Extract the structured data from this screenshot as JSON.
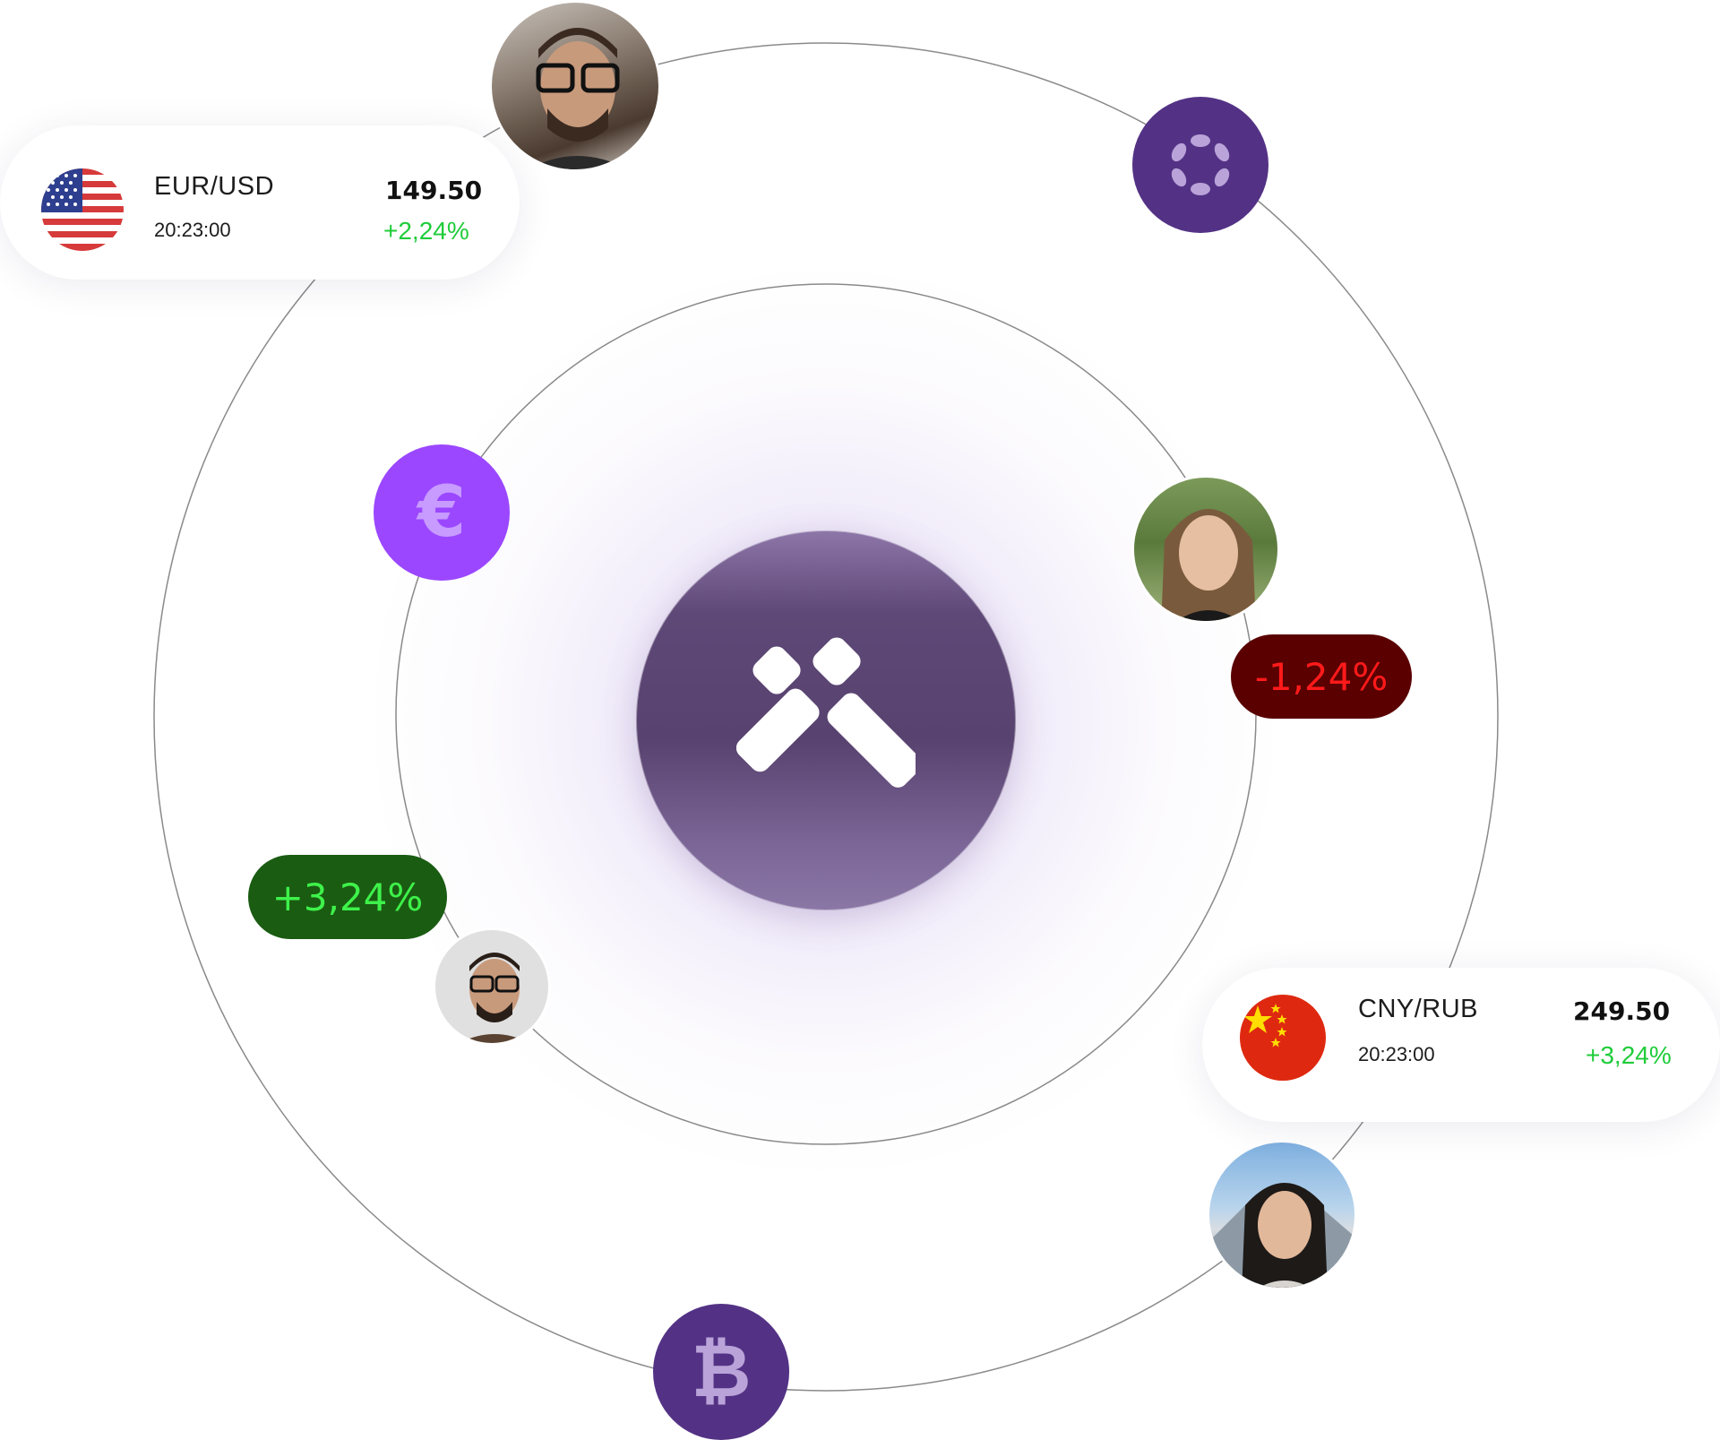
{
  "colors": {
    "hub_purple": "#5e4877",
    "coin_dark_purple": "#533285",
    "coin_bright_purple": "#9b47ff",
    "gain_green": "#1fcc3a",
    "gain_pill_bg": "#1a5c12",
    "gain_pill_text": "#3ef24a",
    "loss_pill_bg": "#5a0000",
    "loss_pill_text": "#ff1a1a"
  },
  "ticker_cards": [
    {
      "flag": "us-flag-icon",
      "pair": "EUR/USD",
      "time": "20:23:00",
      "price": "149.50",
      "change": "+2,24%"
    },
    {
      "flag": "china-flag-icon",
      "pair": "CNY/RUB",
      "time": "20:23:00",
      "price": "249.50",
      "change": "+3,24%"
    }
  ],
  "change_pills": {
    "loss": "-1,24%",
    "gain": "+3,24%"
  },
  "coins": {
    "euro": "€",
    "bitcoin": "₿",
    "polkadot": "polkadot-icon"
  },
  "hub": {
    "logo": "x-logo-icon"
  }
}
